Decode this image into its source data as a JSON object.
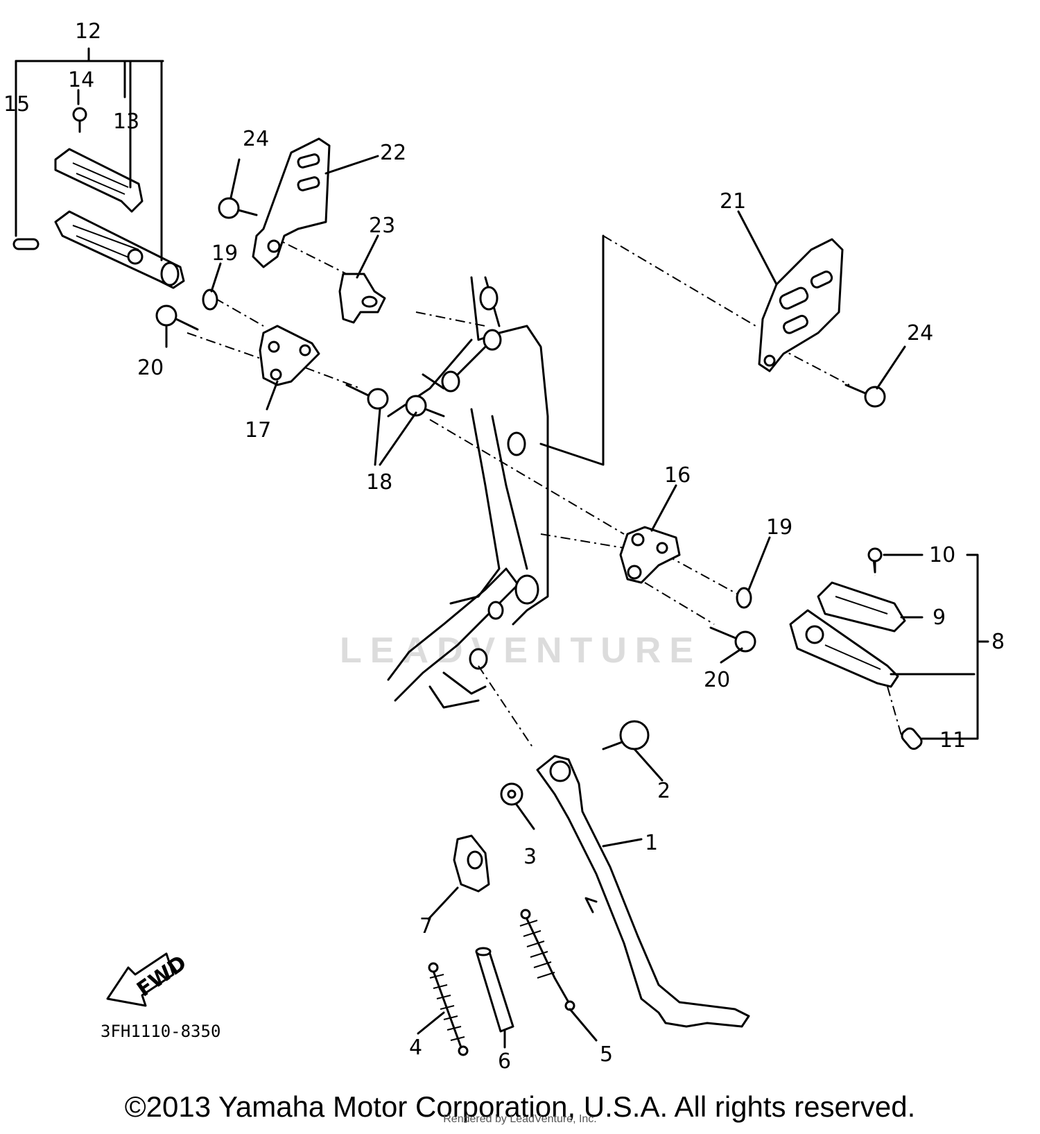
{
  "diagram_code": "3FH1110-8350",
  "fwd_label": "FWD",
  "watermark": "LEADVENTURE",
  "copyright": "©2013 Yamaha Motor Corporation, U.S.A. All rights reserved.",
  "rendered_by": "Rendered by LeadVenture, Inc.",
  "callouts": [
    "1",
    "2",
    "3",
    "4",
    "5",
    "6",
    "7",
    "8",
    "9",
    "10",
    "11",
    "12",
    "13",
    "14",
    "15",
    "16",
    "17",
    "18",
    "19",
    "19",
    "20",
    "20",
    "21",
    "22",
    "23",
    "24",
    "24"
  ]
}
